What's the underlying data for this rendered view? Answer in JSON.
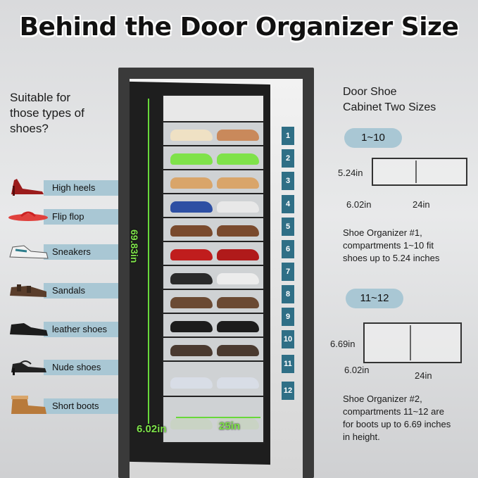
{
  "title": "Behind the Door Organizer Size",
  "suitable": {
    "line1": "Suitable for",
    "line2": "those types of",
    "line3": "shoes?"
  },
  "shoe_types": [
    {
      "label": "High heels",
      "icon": "high-heel-icon",
      "color": "#9b1c1c"
    },
    {
      "label": "Flip flop",
      "icon": "flip-flop-icon",
      "color": "#e0413d"
    },
    {
      "label": "Sneakers",
      "icon": "sneaker-icon",
      "color": "#f2f2f2"
    },
    {
      "label": "Sandals",
      "icon": "sandal-icon",
      "color": "#5a3d2b"
    },
    {
      "label": "leather shoes",
      "icon": "leather-shoe-icon",
      "color": "#1c1c1c"
    },
    {
      "label": "Nude shoes",
      "icon": "nude-shoe-icon",
      "color": "#222222"
    },
    {
      "label": "Short boots",
      "icon": "boot-icon",
      "color": "#b87a3b"
    }
  ],
  "compartments": [
    "1",
    "2",
    "3",
    "4",
    "5",
    "6",
    "7",
    "8",
    "9",
    "10",
    "11",
    "12"
  ],
  "dimensions": {
    "height": "69.83in",
    "width": "25in",
    "depth": "6.02in"
  },
  "cabinet": {
    "title_line1": "Door Shoe",
    "title_line2": "Cabinet Two Sizes",
    "size1": {
      "range": "1~10",
      "height": "5.24in",
      "depth": "6.02in",
      "width": "24in",
      "desc_line1": "Shoe Organizer #1,",
      "desc_line2": "compartments 1~10 fit",
      "desc_line3": "shoes up to 5.24 inches"
    },
    "size2": {
      "range": "11~12",
      "height": "6.69in",
      "depth": "6.02in",
      "width": "24in",
      "desc_line1": "Shoe Organizer #2,",
      "desc_line2": "compartments 11~12 are",
      "desc_line3": "for boots up to 6.69 inches",
      "desc_line4": "in height."
    }
  },
  "colors": {
    "accent": "#a9c7d4",
    "number_badge": "#2f6f86",
    "dimension": "#7ee24a"
  }
}
